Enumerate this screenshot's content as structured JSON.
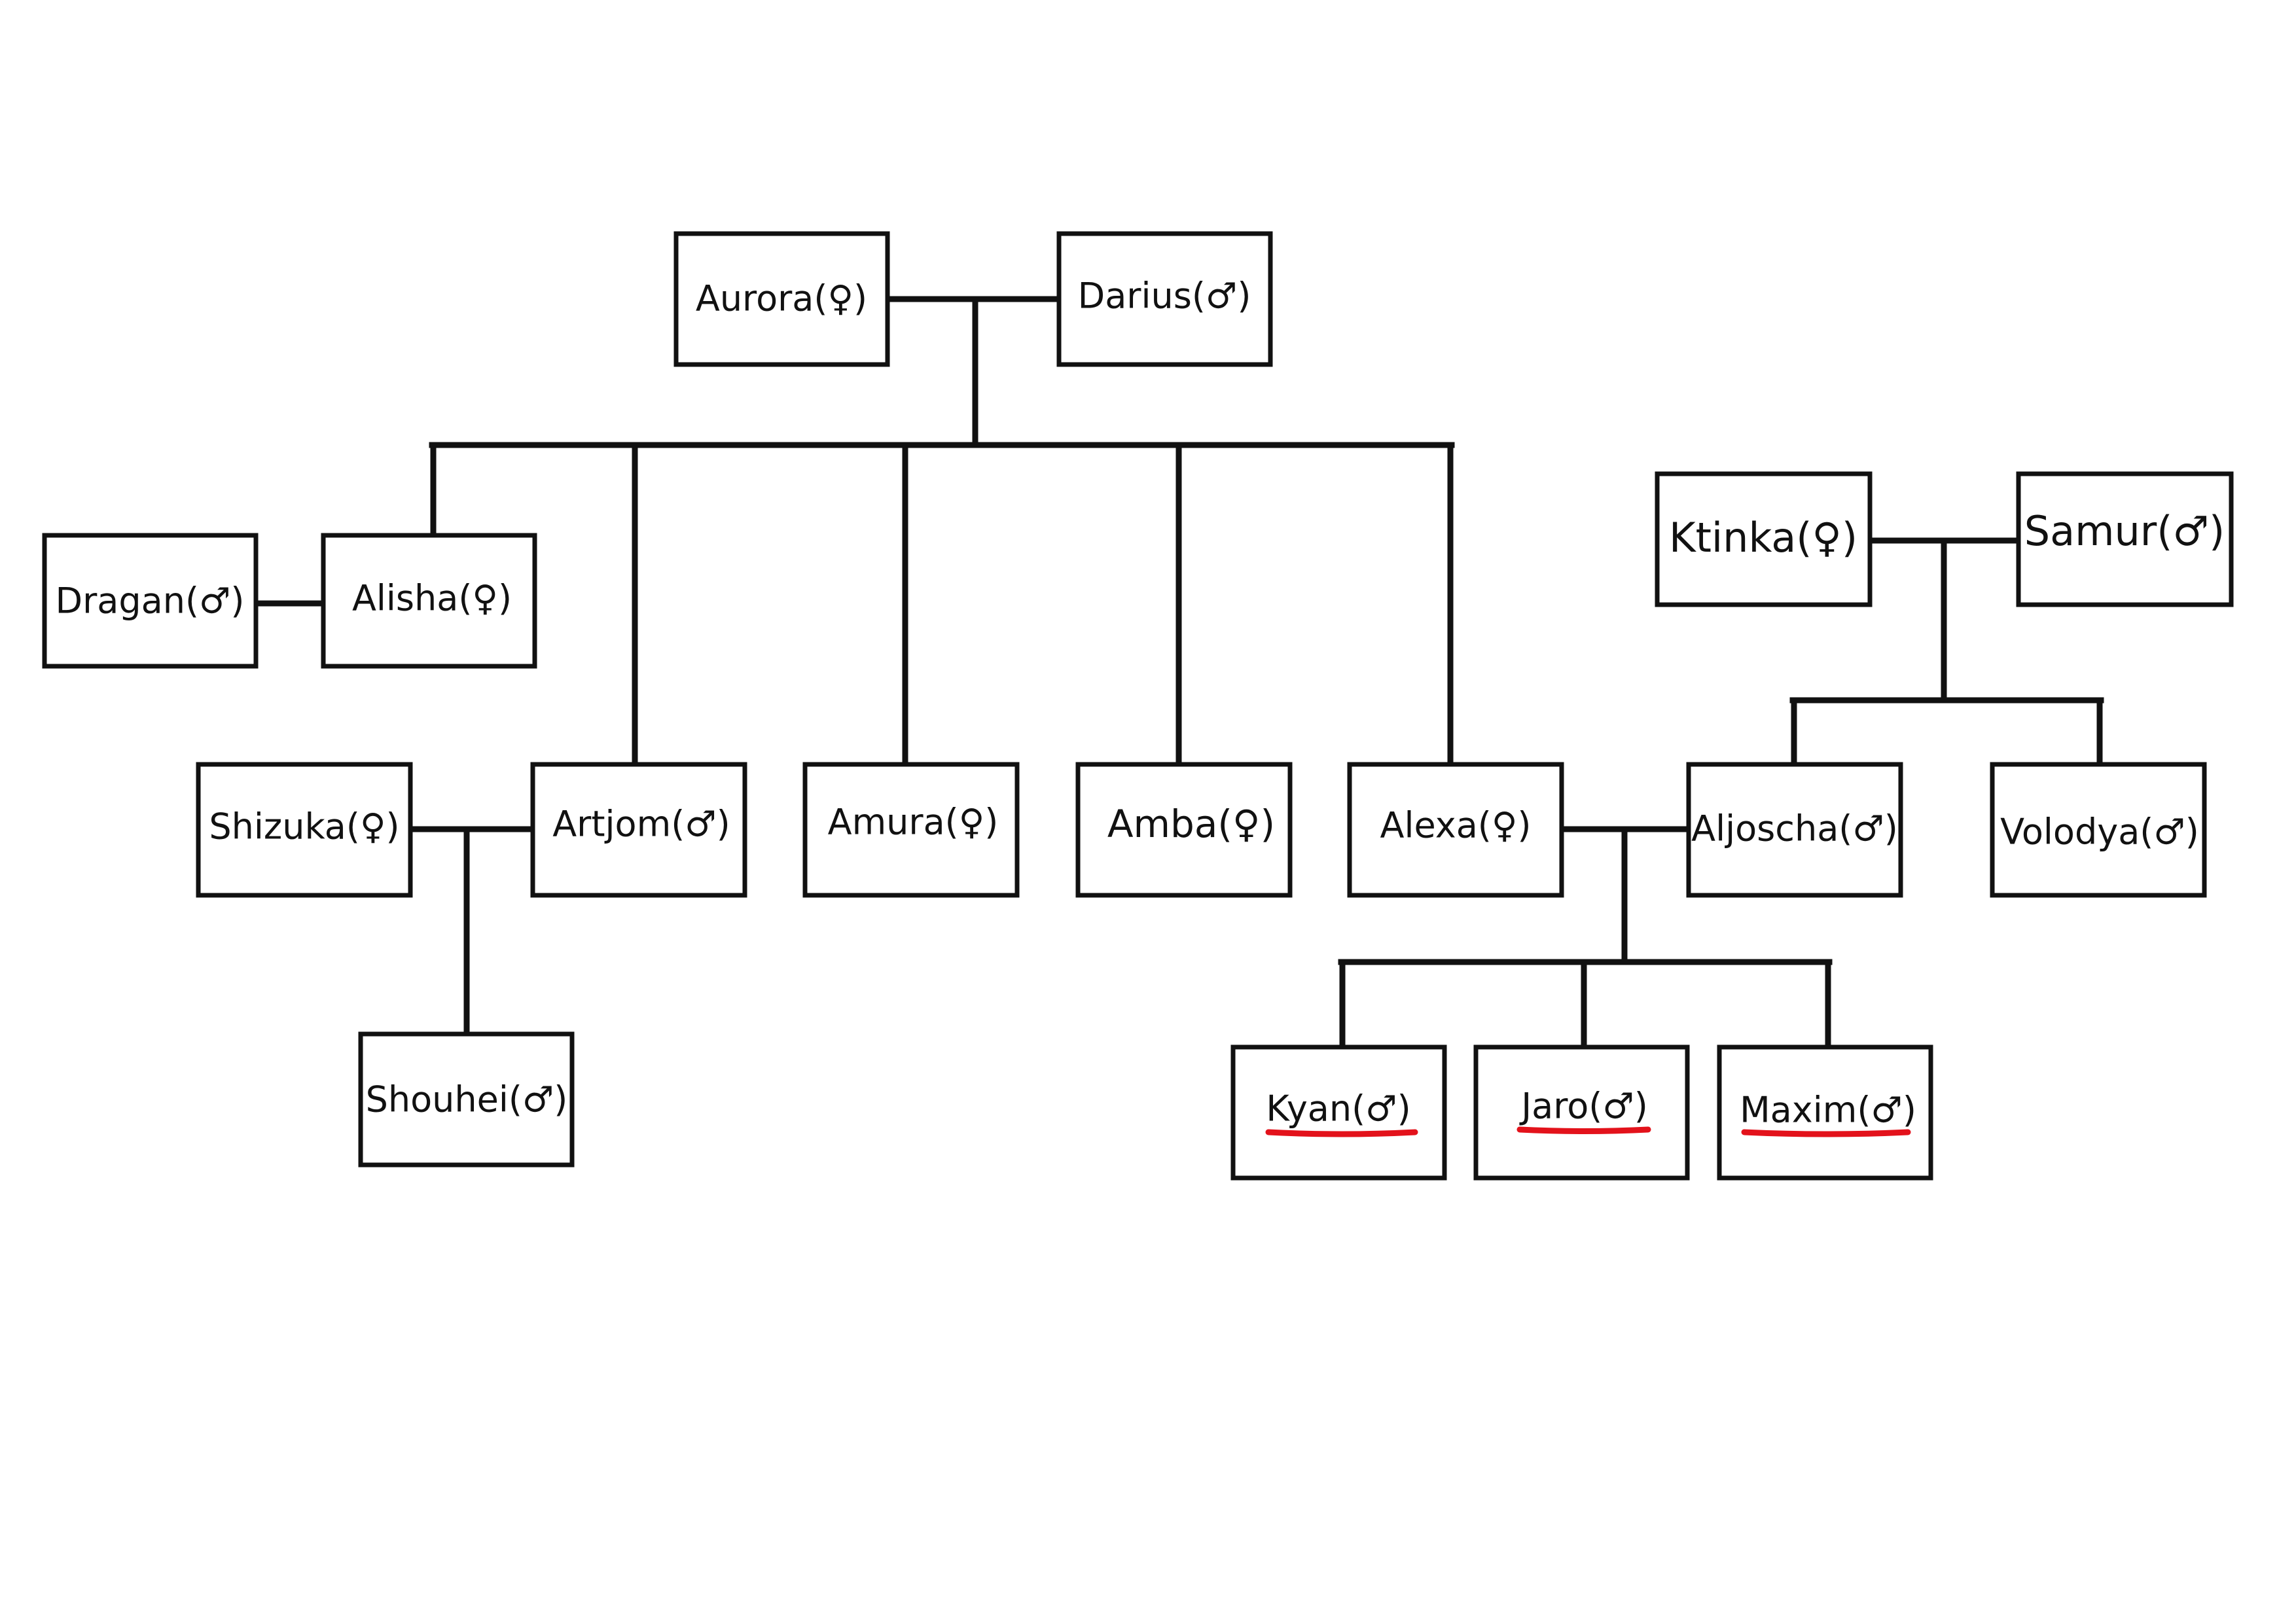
{
  "people": {
    "aurora": "Aurora(♀)",
    "darius": "Darius(♂)",
    "dragan": "Dragan(♂)",
    "alisha": "Alisha(♀)",
    "ktinka": "Ktinka(♀)",
    "samur": "Samur(♂)",
    "shizuka": "Shizuka(♀)",
    "artjom": "Artjom(♂)",
    "amura": "Amura(♀)",
    "amba": "Amba(♀)",
    "alexa": "Alexa(♀)",
    "aljoscha": "Aljoscha(♂)",
    "volodya": "Volodya(♂)",
    "shouhei": "Shouhei(♂)",
    "kyan": "Kyan(♂)",
    "jaro": "Jaro(♂)",
    "maxim": "Maxim(♂)"
  },
  "highlight_color": "#e3121b"
}
